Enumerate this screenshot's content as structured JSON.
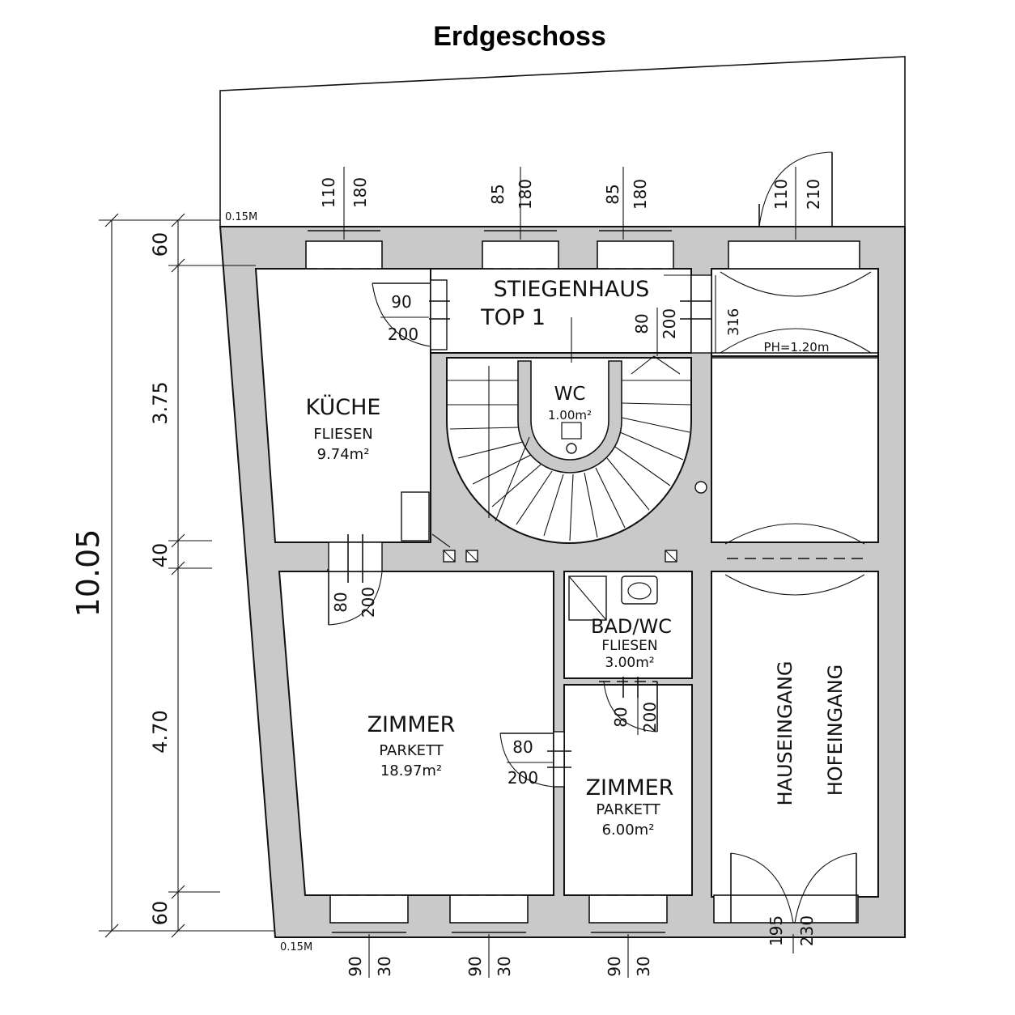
{
  "title": "Erdgeschoss",
  "rooms": {
    "kitchen": {
      "name": "KÜCHE",
      "floor": "FLIESEN",
      "area": "9.74m²"
    },
    "stair": {
      "name": "STIEGENHAUS",
      "unit": "TOP 1"
    },
    "wc": {
      "name": "WC",
      "area": "1.00m²"
    },
    "room_large": {
      "name": "ZIMMER",
      "floor": "PARKETT",
      "area": "18.97m²"
    },
    "bath": {
      "name": "BAD/WC",
      "floor": "FLIESEN",
      "area": "3.00m²"
    },
    "room_small": {
      "name": "ZIMMER",
      "floor": "PARKETT",
      "area": "6.00m²"
    },
    "entrance": {
      "label1": "HAUSEINGANG",
      "label2": "HOFEINGANG"
    },
    "storage": {
      "height": "PH=1.20m",
      "width": "316"
    }
  },
  "levels": {
    "top": "0.15M",
    "bottom": "0.15M"
  },
  "dimensions": {
    "total": "10.05",
    "segments": [
      "60",
      "3.75",
      "40",
      "4.70",
      "60"
    ],
    "top_openings": [
      {
        "w": "110",
        "h": "180"
      },
      {
        "w": "85",
        "h": "180"
      },
      {
        "w": "85",
        "h": "180"
      },
      {
        "w": "110",
        "h": "210"
      }
    ],
    "bottom_openings": [
      {
        "w": "90",
        "h": "30"
      },
      {
        "w": "90",
        "h": "30"
      },
      {
        "w": "90",
        "h": "30"
      },
      {
        "w": "195",
        "h": "230"
      }
    ],
    "doors": {
      "kitchen": {
        "w": "90",
        "h": "200"
      },
      "stair": {
        "w": "80",
        "h": "200"
      },
      "room_large_top": {
        "w": "80",
        "h": "200"
      },
      "room_large_side": {
        "w": "80",
        "h": "200"
      },
      "room_small": {
        "w": "80",
        "h": "200"
      }
    }
  }
}
